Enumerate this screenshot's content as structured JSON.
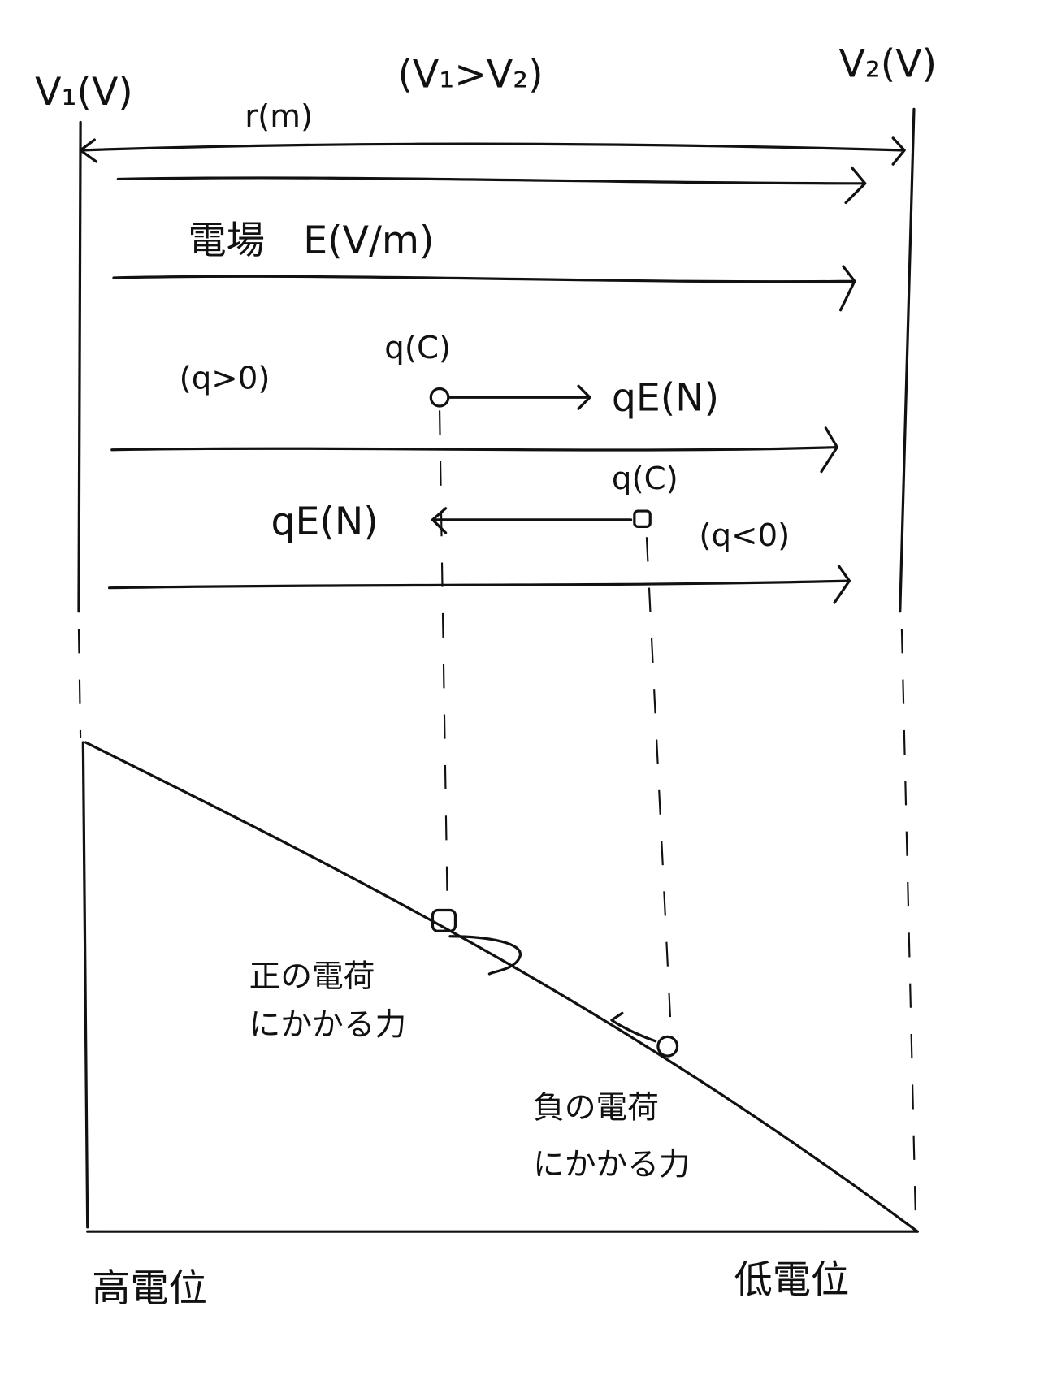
{
  "labels": {
    "v1": "V₁(V)",
    "v2": "V₂(V)",
    "condition": "(V₁>V₂)",
    "distance": "r(m)",
    "field": "電場　E(V/m)",
    "q_pos_charge": "q(C)",
    "q_pos_sign": "(q>0)",
    "q_pos_force": "qE(N)",
    "q_neg_charge": "q(C)",
    "q_neg_sign": "(q<0)",
    "q_neg_force": "qE(N)",
    "pos_force_caption_1": "正の電荷",
    "pos_force_caption_2": "にかかる力",
    "neg_force_caption_1": "負の電荷",
    "neg_force_caption_2": "にかかる力",
    "high_potential": "高電位",
    "low_potential": "低電位"
  }
}
